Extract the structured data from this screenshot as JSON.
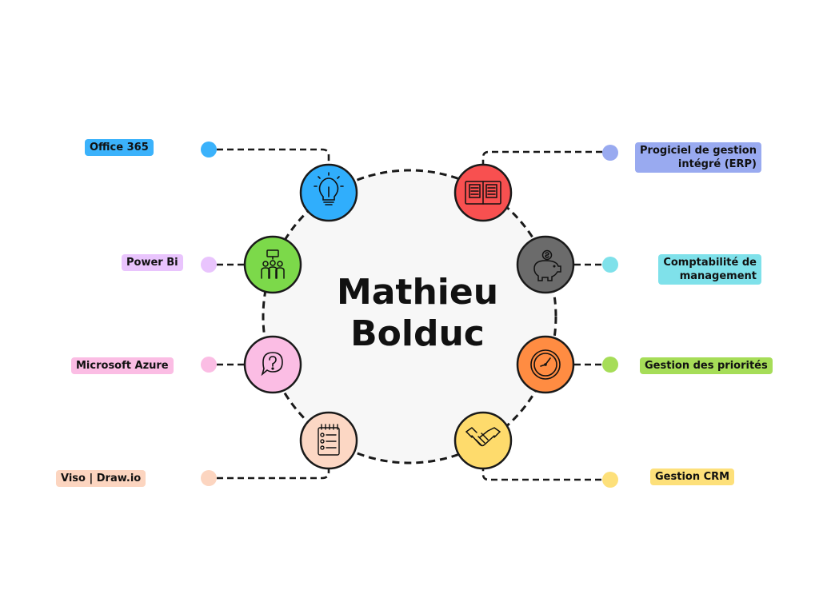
{
  "center": {
    "line1": "Mathieu",
    "line2": "Bolduc"
  },
  "nodes": [
    {
      "id": "office365",
      "label": "Office 365",
      "color": "#3bb2fb",
      "icon": "lightbulb-icon"
    },
    {
      "id": "powerbi",
      "label": "Power Bi",
      "color": "#e9c4fd",
      "icon": "team-presentation-icon"
    },
    {
      "id": "azure",
      "label": "Microsoft Azure",
      "color": "#fbbde4",
      "icon": "question-bubble-icon"
    },
    {
      "id": "viso",
      "label": "Viso | Draw.io",
      "color": "#fcd5c0",
      "icon": "checklist-icon"
    },
    {
      "id": "erp",
      "label": "Progiciel de gestion\nintégré (ERP)",
      "color": "#99aaf0",
      "icon": "book-icon"
    },
    {
      "id": "compta",
      "label": "Comptabilité de\nmanagement",
      "color": "#7fe1ea",
      "icon": "piggy-bank-icon"
    },
    {
      "id": "priorites",
      "label": "Gestion des priorités",
      "color": "#a6dd58",
      "icon": "clock-icon"
    },
    {
      "id": "crm",
      "label": "Gestion CRM",
      "color": "#fde07a",
      "icon": "handshake-icon"
    }
  ],
  "colors": {
    "office365_circle": "#30aefc",
    "powerbi_circle": "#7cd94a",
    "azure_circle": "#fbbde4",
    "viso_circle": "#fcd7c4",
    "erp_circle": "#f85050",
    "compta_circle": "#6b6b6b",
    "priorites_circle": "#ff8c42",
    "crm_circle": "#fedb6c"
  }
}
